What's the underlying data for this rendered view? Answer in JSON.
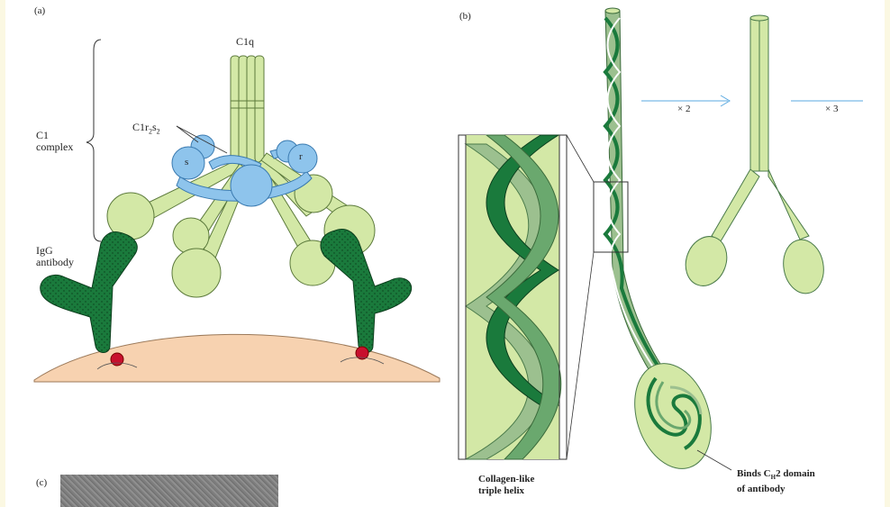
{
  "panel_a": {
    "label": "(a)",
    "c1q": "C1q",
    "c1r2s2_prefix": "C1r",
    "c1r2s2_sub1": "2",
    "c1r2s2_mid": "s",
    "c1r2s2_sub2": "2",
    "c1_line1": "C1",
    "c1_line2": "complex",
    "igg_line1": "IgG",
    "igg_line2": "antibody",
    "s_label": "s",
    "r_label": "r"
  },
  "panel_b": {
    "label": "(b)",
    "x2": "× 2",
    "x3": "× 3",
    "collagen_line1": "Collagen-like",
    "collagen_line2": "triple helix",
    "binds_prefix": "Binds C",
    "binds_sub": "H",
    "binds_suffix": "2 domain",
    "binds_line2": "of antibody"
  },
  "panel_c": {
    "label": "(c)"
  },
  "colors": {
    "light_green": "#d3e8a6",
    "dark_green": "#1a7a3c",
    "mid_green": "#6aa86e",
    "blue": "#8ec4ec",
    "cell": "#f7d2b0",
    "epitope": "#c8102e",
    "arrow_blue": "#5aa9e0",
    "background": "#fbf8e2"
  }
}
